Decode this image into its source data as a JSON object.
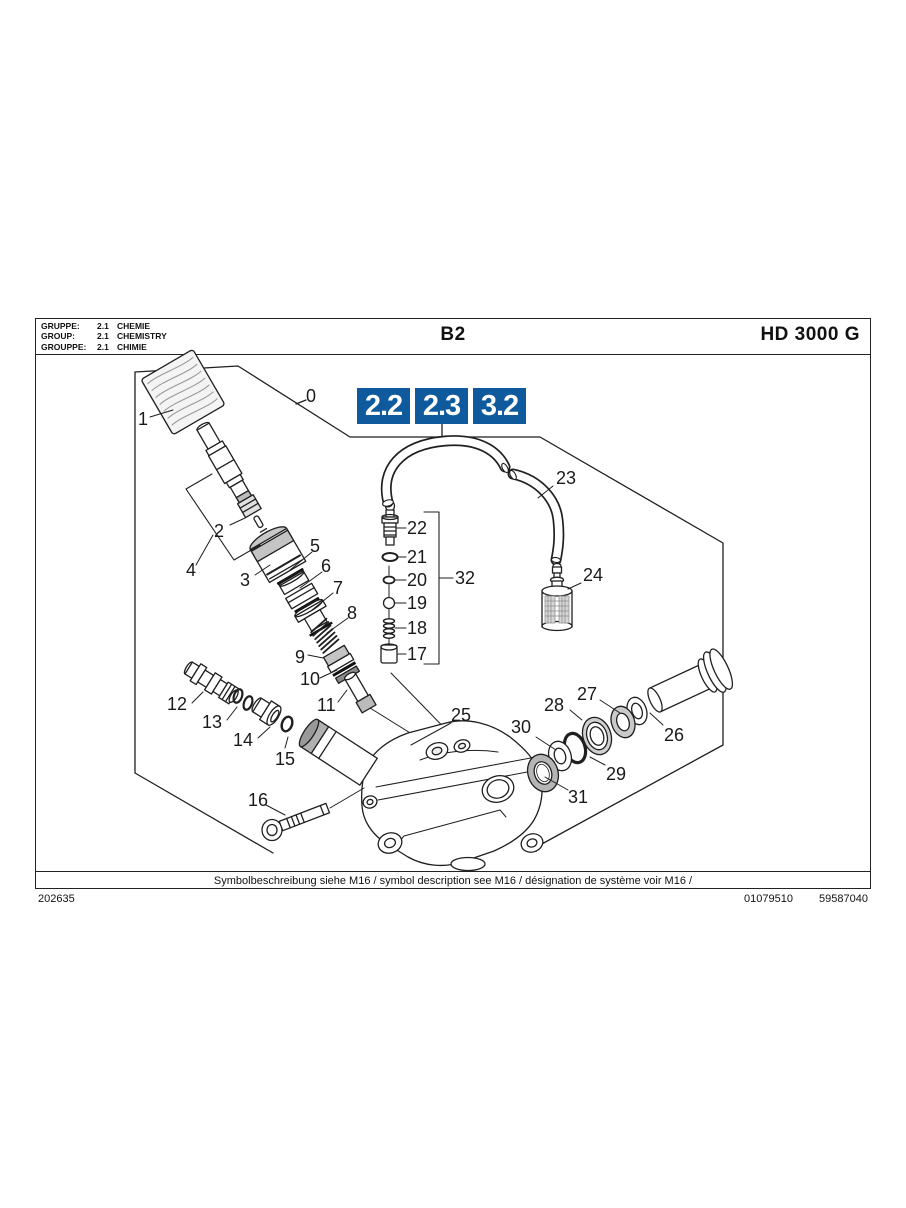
{
  "header": {
    "rows": [
      {
        "label": "GRUPPE:",
        "num": "2.1",
        "name": "CHEMIE"
      },
      {
        "label": "GROUP:",
        "num": "2.1",
        "name": "CHEMISTRY"
      },
      {
        "label": "GROUPPE:",
        "num": "2.1",
        "name": "CHIMIE"
      }
    ],
    "page_code": "B2",
    "model": "HD 3000 G"
  },
  "badges": [
    "2.2",
    "2.3",
    "3.2"
  ],
  "badge_color": "#0e5a9c",
  "parts": [
    "0",
    "1",
    "2",
    "3",
    "4",
    "5",
    "6",
    "7",
    "8",
    "9",
    "10",
    "11",
    "12",
    "13",
    "14",
    "15",
    "16",
    "17",
    "18",
    "19",
    "20",
    "21",
    "22",
    "23",
    "24",
    "25",
    "26",
    "27",
    "28",
    "29",
    "30",
    "31",
    "32"
  ],
  "footer": {
    "note": "Symbolbeschreibung siehe M16 / symbol description see M16 / désignation de système voir M16 /",
    "doc_left": "202635",
    "doc_mid": "01079510",
    "doc_right": "59587040"
  }
}
